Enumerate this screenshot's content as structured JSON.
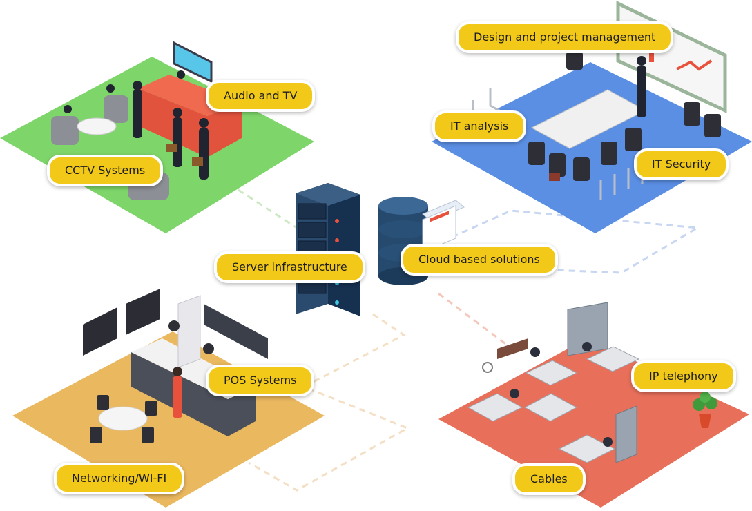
{
  "labels": {
    "audio_tv": "Audio and TV",
    "cctv": "CCTV Systems",
    "design_pm": "Design and project management",
    "it_analysis": "IT analysis",
    "it_security": "IT Security",
    "server_infra": "Server infrastructure",
    "cloud": "Cloud based solutions",
    "pos": "POS Systems",
    "networking": "Networking/WI-FI",
    "ip_telephony": "IP telephony",
    "cables": "Cables"
  },
  "colors": {
    "pill_fill": "#f2c918",
    "lobby_floor": "#7ed66a",
    "meeting_floor": "#5b8fe4",
    "restaurant_floor": "#eab85f",
    "office_floor": "#e8705a",
    "server_rack": "#1f3a5a",
    "database": "#264a6e"
  }
}
